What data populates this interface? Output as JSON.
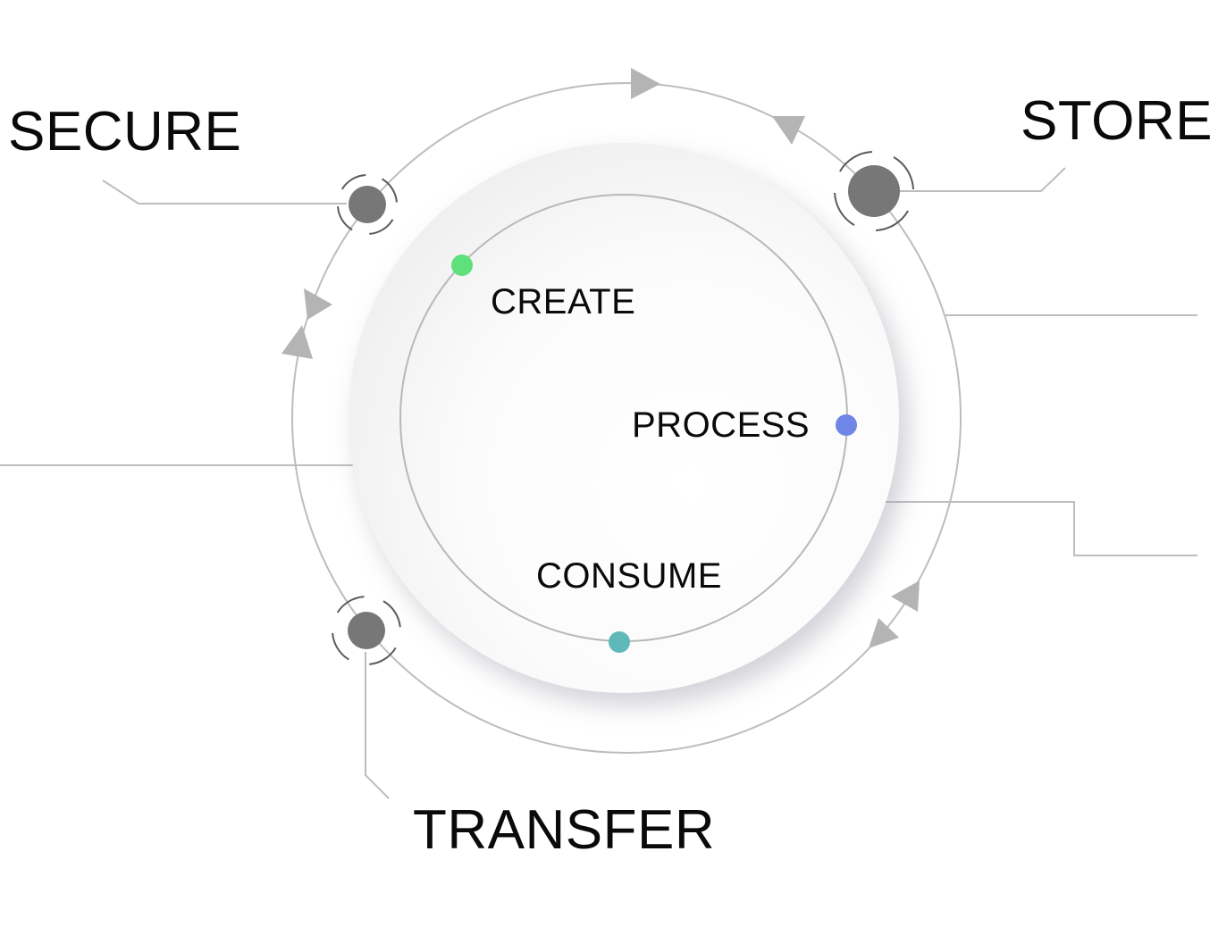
{
  "outer_stages": [
    {
      "id": "secure",
      "label": "SECURE"
    },
    {
      "id": "store",
      "label": "STORE"
    },
    {
      "id": "transfer",
      "label": "TRANSFER"
    }
  ],
  "inner_stages": [
    {
      "id": "create",
      "label": "CREATE",
      "color": "#5ee07a"
    },
    {
      "id": "process",
      "label": "PROCESS",
      "color": "#6f86e6"
    },
    {
      "id": "consume",
      "label": "CONSUME",
      "color": "#5fb9b9"
    }
  ],
  "colors": {
    "ring": "#bdbdbd",
    "node": "#777777",
    "arrow": "#b4b4b4",
    "text": "#0a0a0a"
  }
}
